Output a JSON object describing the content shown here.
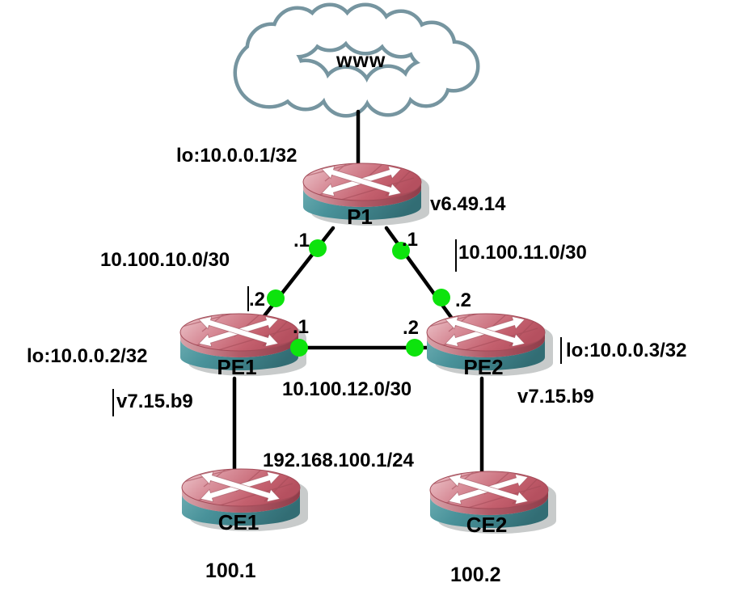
{
  "cloud": {
    "label": "www"
  },
  "routers": {
    "p1": {
      "name": "P1",
      "loopback": "lo:10.0.0.1/32",
      "version": "v6.49.14"
    },
    "pe1": {
      "name": "PE1",
      "loopback": "lo:10.0.0.2/32",
      "version": "v7.15.b9"
    },
    "pe2": {
      "name": "PE2",
      "loopback": "lo:10.0.0.3/32",
      "version": "v7.15.b9"
    },
    "ce1": {
      "name": "CE1",
      "address": "100.1"
    },
    "ce2": {
      "name": "CE2",
      "address": "100.2"
    }
  },
  "links": {
    "p1_pe1": {
      "network": "10.100.10.0/30",
      "p1_end": ".1",
      "pe1_end": ".2"
    },
    "p1_pe2": {
      "network": "10.100.11.0/30",
      "p1_end": ".1",
      "pe2_end": ".2"
    },
    "pe1_pe2": {
      "network": "10.100.12.0/30",
      "pe1_end": ".1",
      "pe2_end": ".2"
    },
    "lan": {
      "network": "192.168.100.1/24"
    }
  },
  "colors": {
    "link": "#000000",
    "interface_dot": "#0de30d",
    "cloud_outline": "#7695a0",
    "router_top": "#c96876",
    "router_body": "#3f868c",
    "label_text": "#000000"
  }
}
